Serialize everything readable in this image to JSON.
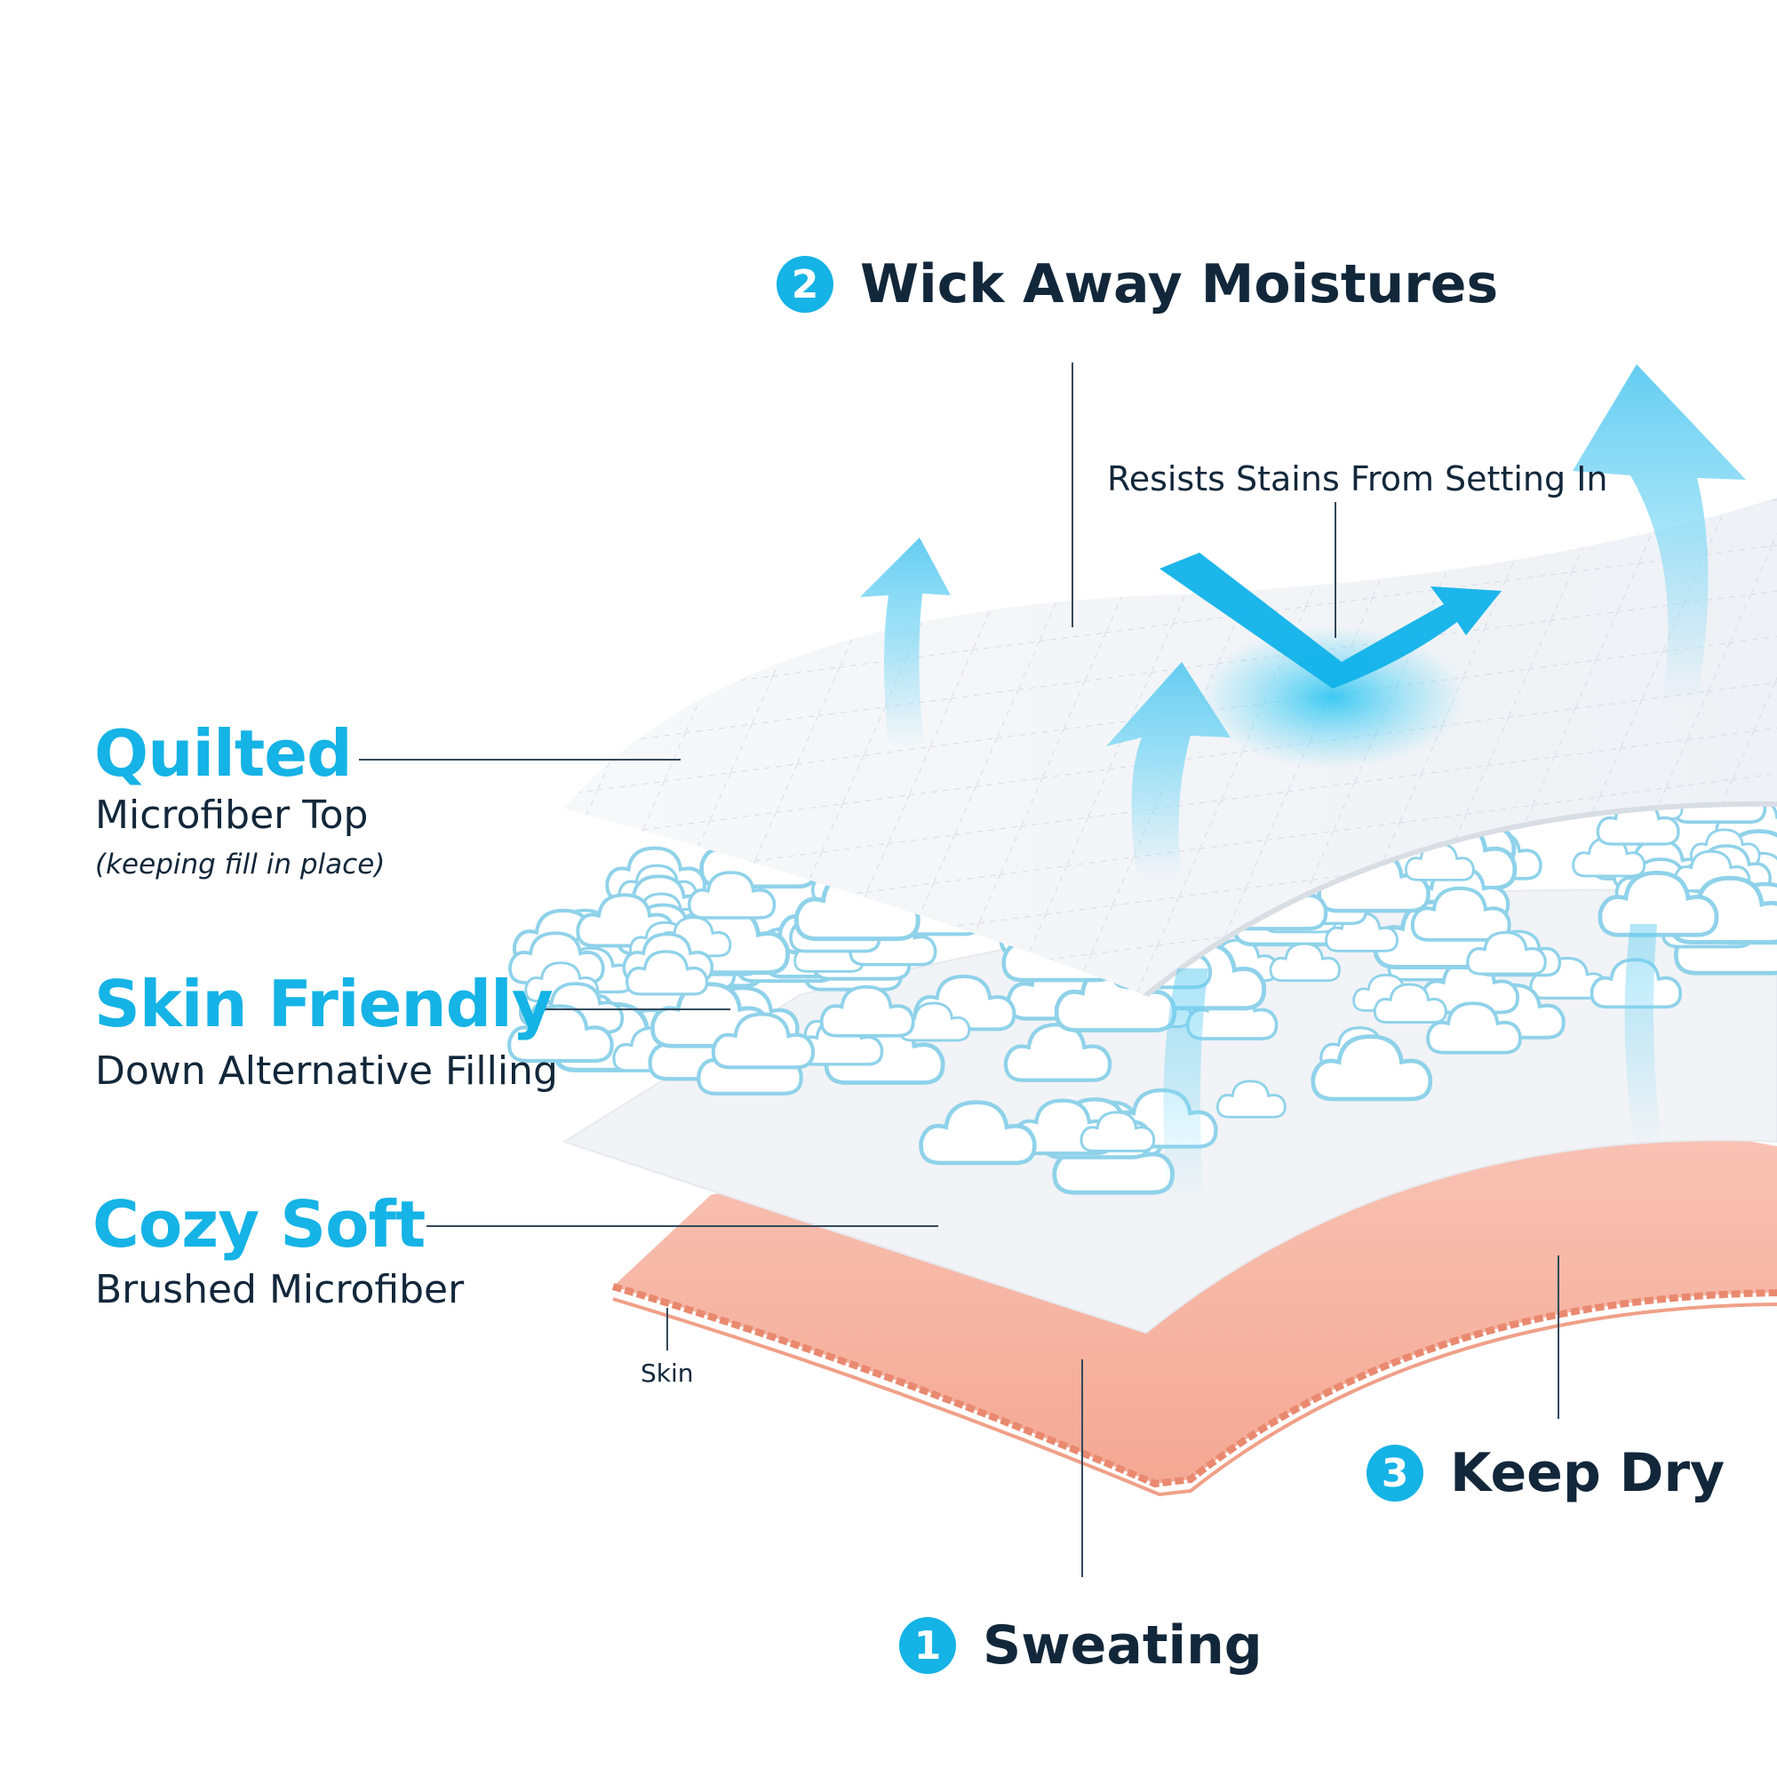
{
  "labels": {
    "quilted_title": "Quilted",
    "quilted_sub": "Microfiber Top",
    "quilted_note": "(keeping fill in place)",
    "skin_friendly_title": "Skin Friendly",
    "skin_friendly_sub": "Down Alternative Filling",
    "cozy_title": "Cozy Soft",
    "cozy_sub": "Brushed Microfiber",
    "resists": "Resists Stains From Setting In",
    "skin": "Skin"
  },
  "steps": [
    {
      "number": "1",
      "label": "Sweating"
    },
    {
      "number": "2",
      "label": "Wick Away Moistures"
    },
    {
      "number": "3",
      "label": "Keep Dry"
    }
  ],
  "colors": {
    "accent": "#15b3e6",
    "text_dark": "#12273a",
    "skin": "#f7b7a6",
    "skin_edge": "#e9896f",
    "arrow": "#6fd3f3",
    "fill_outline": "#8fd2ea",
    "layer": "#f3f5f8"
  },
  "icons": [
    "up-arrow-icon",
    "check-arrow-icon",
    "cloud-icon"
  ]
}
